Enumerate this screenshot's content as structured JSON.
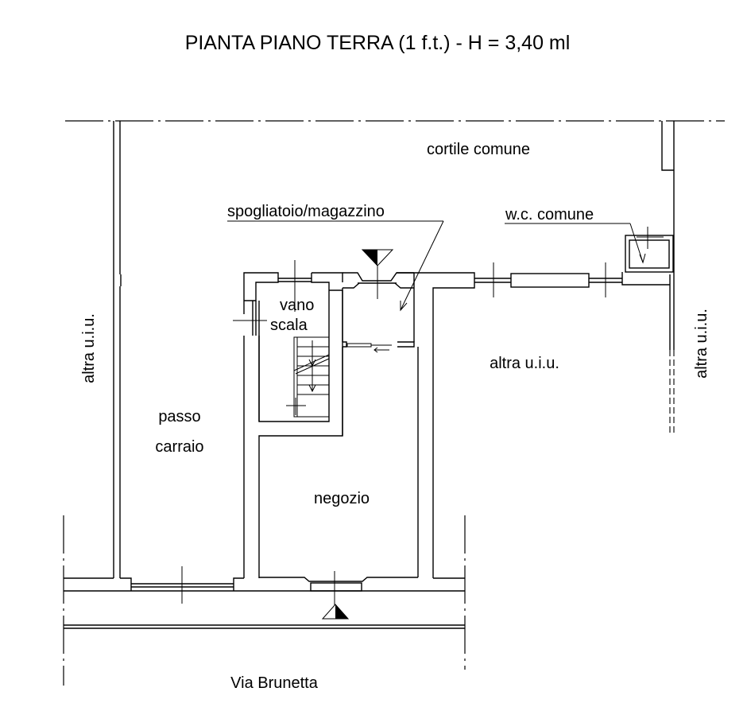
{
  "title": "PIANTA PIANO TERRA (1 f.t.) - H = 3,40 ml",
  "labels": {
    "courtyard": "cortile comune",
    "storage": "spogliatoio/magazzino",
    "wc": "w.c. comune",
    "stair_line1": "vano",
    "stair_line2": "scala",
    "other_unit_left": "altra u.i.u.",
    "other_unit_center": "altra u.i.u.",
    "other_unit_right": "altra u.i.u.",
    "driveway_line1": "passo",
    "driveway_line2": "carraio",
    "shop": "negozio",
    "street": "Via Brunetta"
  },
  "colors": {
    "line": "#000000",
    "background": "#ffffff"
  }
}
